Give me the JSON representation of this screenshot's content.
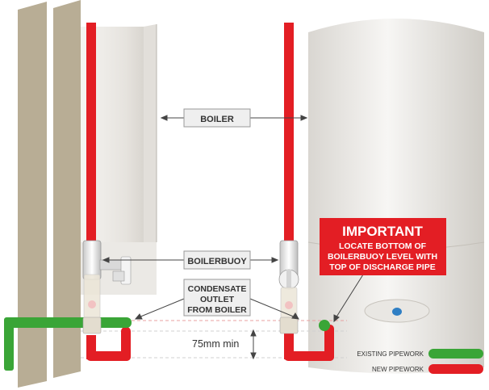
{
  "labels": {
    "boiler": "BOILER",
    "boilerbuoy": "BOILERBUOY",
    "condensate": [
      "CONDENSATE",
      "OUTLET",
      "FROM BOILER"
    ],
    "min_distance": "75mm min",
    "important_title": "IMPORTANT",
    "important_lines": [
      "LOCATE BOTTOM OF",
      "BOILERBUOY LEVEL WITH",
      "TOP OF DISCHARGE PIPE"
    ]
  },
  "legend": [
    {
      "label": "EXISTING PIPEWORK",
      "color": "#3aa537"
    },
    {
      "label": "NEW PIPEWORK",
      "color": "#e31e24"
    }
  ],
  "colors": {
    "new_pipe": "#e31e24",
    "existing_pipe": "#3aa537",
    "important_bg": "#e31e24",
    "wall": "#b8ad95",
    "label_box": "#efefef"
  }
}
